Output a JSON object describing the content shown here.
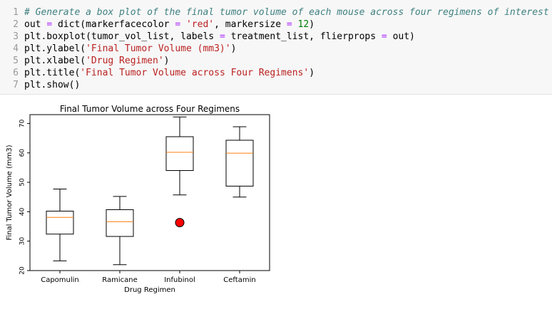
{
  "code_cell": {
    "lines": [
      {
        "num": "1",
        "tokens": [
          {
            "t": "# Generate a box plot of the final tumor volume of each mouse across four regimens of interest",
            "k": "comment"
          }
        ]
      },
      {
        "num": "2",
        "tokens": [
          {
            "t": "out ",
            "k": "plain"
          },
          {
            "t": "=",
            "k": "op"
          },
          {
            "t": " dict(markerfacecolor ",
            "k": "plain"
          },
          {
            "t": "=",
            "k": "op"
          },
          {
            "t": " ",
            "k": "plain"
          },
          {
            "t": "'red'",
            "k": "string"
          },
          {
            "t": ", markersize ",
            "k": "plain"
          },
          {
            "t": "=",
            "k": "op"
          },
          {
            "t": " ",
            "k": "plain"
          },
          {
            "t": "12",
            "k": "num"
          },
          {
            "t": ")",
            "k": "plain"
          }
        ]
      },
      {
        "num": "3",
        "tokens": [
          {
            "t": "plt.boxplot(tumor_vol_list, labels ",
            "k": "plain"
          },
          {
            "t": "=",
            "k": "op"
          },
          {
            "t": " treatment_list, flierprops ",
            "k": "plain"
          },
          {
            "t": "=",
            "k": "op"
          },
          {
            "t": " out)",
            "k": "plain"
          }
        ]
      },
      {
        "num": "4",
        "tokens": [
          {
            "t": "plt.ylabel(",
            "k": "plain"
          },
          {
            "t": "'Final Tumor Volume (mm3)'",
            "k": "string"
          },
          {
            "t": ")",
            "k": "plain"
          }
        ]
      },
      {
        "num": "5",
        "tokens": [
          {
            "t": "plt.xlabel(",
            "k": "plain"
          },
          {
            "t": "'Drug Regimen'",
            "k": "string"
          },
          {
            "t": ")",
            "k": "plain"
          }
        ]
      },
      {
        "num": "6",
        "tokens": [
          {
            "t": "plt.title(",
            "k": "plain"
          },
          {
            "t": "'Final Tumor Volume across Four Regimens'",
            "k": "string"
          },
          {
            "t": ")",
            "k": "plain"
          }
        ]
      },
      {
        "num": "7",
        "tokens": [
          {
            "t": "plt.show()",
            "k": "plain"
          }
        ]
      }
    ]
  },
  "chart_data": {
    "type": "box",
    "title": "Final Tumor Volume across Four Regimens",
    "xlabel": "Drug Regimen",
    "ylabel": "Final Tumor Volume (mm3)",
    "ylim": [
      20,
      73
    ],
    "yticks": [
      20,
      30,
      40,
      50,
      60,
      70
    ],
    "categories": [
      "Capomulin",
      "Ramicane",
      "Infubinol",
      "Ceftamin"
    ],
    "boxes": [
      {
        "whislo": 23.3,
        "q1": 32.4,
        "med": 38.1,
        "q3": 40.2,
        "whishi": 47.7,
        "fliers": []
      },
      {
        "whislo": 22.0,
        "q1": 31.6,
        "med": 36.6,
        "q3": 40.7,
        "whishi": 45.2,
        "fliers": []
      },
      {
        "whislo": 45.7,
        "q1": 54.0,
        "med": 60.2,
        "q3": 65.5,
        "whishi": 72.2,
        "fliers": [
          36.3
        ]
      },
      {
        "whislo": 45.0,
        "q1": 48.7,
        "med": 59.9,
        "q3": 64.3,
        "whishi": 68.9,
        "fliers": []
      }
    ],
    "colors": {
      "median": "#ff7f0e",
      "flier_face": "#ff0000",
      "box": "#000000"
    },
    "grid": false,
    "legend": "none"
  }
}
